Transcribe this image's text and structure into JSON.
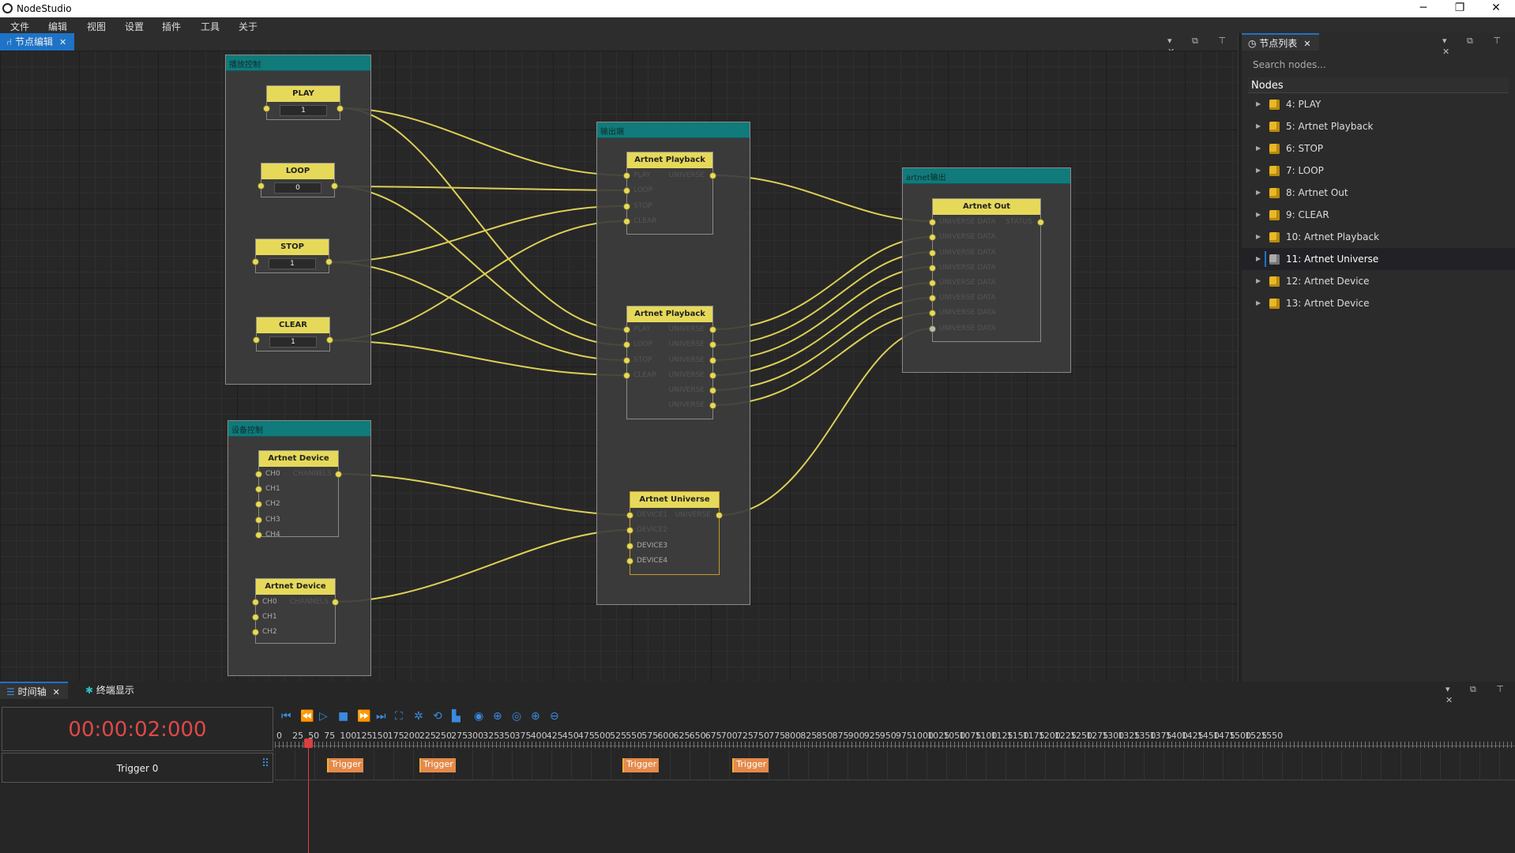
{
  "app": {
    "title": "NodeStudio"
  },
  "window_controls": {
    "minimize": "─",
    "restore": "❐",
    "close": "✕"
  },
  "menu": [
    "文件",
    "编辑",
    "视图",
    "设置",
    "插件",
    "工具",
    "关于"
  ],
  "editor_tab": {
    "label": "节点编辑"
  },
  "side_tab": {
    "label": "节点列表"
  },
  "side": {
    "search_placeholder": "Search nodes...",
    "header": "Nodes",
    "items": [
      {
        "label": "4: PLAY"
      },
      {
        "label": "5: Artnet Playback"
      },
      {
        "label": "6: STOP"
      },
      {
        "label": "7: LOOP"
      },
      {
        "label": "8: Artnet Out"
      },
      {
        "label": "9: CLEAR"
      },
      {
        "label": "10: Artnet Playback"
      },
      {
        "label": "11: Artnet Universe",
        "selected": true
      },
      {
        "label": "12: Artnet Device"
      },
      {
        "label": "13: Artnet Device"
      }
    ]
  },
  "groups": {
    "playback_ctrl": {
      "title": "播放控制"
    },
    "device_ctrl": {
      "title": "设备控制"
    },
    "output_end": {
      "title": "输出端"
    },
    "artnet_out": {
      "title": "artnet输出"
    }
  },
  "nodes": {
    "play": {
      "title": "PLAY",
      "value": "1"
    },
    "loop": {
      "title": "LOOP",
      "value": "0"
    },
    "stop": {
      "title": "STOP",
      "value": "1"
    },
    "clear": {
      "title": "CLEAR",
      "value": "1"
    },
    "device1": {
      "title": "Artnet Device",
      "inputs": [
        "CH0",
        "CH1",
        "CH2",
        "CH3",
        "CH4"
      ],
      "output": "CHANNELS"
    },
    "device2": {
      "title": "Artnet Device",
      "inputs": [
        "CH0",
        "CH1",
        "CH2"
      ],
      "output": "CHANNELS"
    },
    "playback1": {
      "title": "Artnet Playback",
      "inputs": [
        "PLAY",
        "LOOP",
        "STOP",
        "CLEAR"
      ],
      "output": "UNIVERSE"
    },
    "playback2": {
      "title": "Artnet Playback",
      "inputs": [
        "PLAY",
        "LOOP",
        "STOP",
        "CLEAR"
      ],
      "outputs": [
        "UNIVERSE",
        "UNIVERSE",
        "UNIVERSE",
        "UNIVERSE",
        "UNIVERSE",
        "UNIVERSE"
      ]
    },
    "universe": {
      "title": "Artnet Universe",
      "inputs": [
        "DEVICE1",
        "DEVICE2",
        "DEVICE3",
        "DEVICE4"
      ],
      "output": "UNIVERSE"
    },
    "artnetout": {
      "title": "Artnet Out",
      "inputs": [
        "UNIVERSE DATA",
        "UNIVERSE DATA",
        "UNIVERSE DATA",
        "UNIVERSE DATA",
        "UNIVERSE DATA",
        "UNIVERSE DATA",
        "UNIVERSE DATA",
        "UNIVERSE DATA"
      ],
      "output": "STATUS"
    }
  },
  "bottom_tabs": {
    "timeline": "时间轴",
    "terminal": "终端显示"
  },
  "timeline": {
    "time": "00:00:02:000",
    "track_name": "Trigger 0",
    "ruler": [
      "0",
      "25",
      "50",
      "75",
      "100",
      "125",
      "150",
      "175",
      "200",
      "225",
      "250",
      "275",
      "300",
      "325",
      "350",
      "375",
      "400",
      "425",
      "450",
      "475",
      "500",
      "525",
      "550",
      "575",
      "600",
      "625",
      "650",
      "675",
      "700",
      "725",
      "750",
      "775",
      "800",
      "825",
      "850",
      "875",
      "900",
      "925",
      "950",
      "975",
      "1000",
      "1025",
      "1050",
      "1075",
      "1100",
      "1125",
      "1150",
      "1175",
      "1200",
      "1225",
      "1250",
      "1275",
      "1300",
      "1325",
      "1350",
      "1375",
      "1400",
      "1425",
      "1450",
      "1475",
      "1500",
      "1525",
      "1550"
    ],
    "triggers": [
      {
        "label": "Trigger",
        "at": 80
      },
      {
        "label": "Trigger",
        "at": 225
      },
      {
        "label": "Trigger",
        "at": 545
      },
      {
        "label": "Trigger",
        "at": 718
      }
    ],
    "playhead": 50
  },
  "colors": {
    "accent": "#1e73c7",
    "node_header": "#e6d95a",
    "group_header": "#117a7a",
    "wire": "#e6d95a",
    "trigger": "#e48a4a",
    "time": "#e04848"
  }
}
